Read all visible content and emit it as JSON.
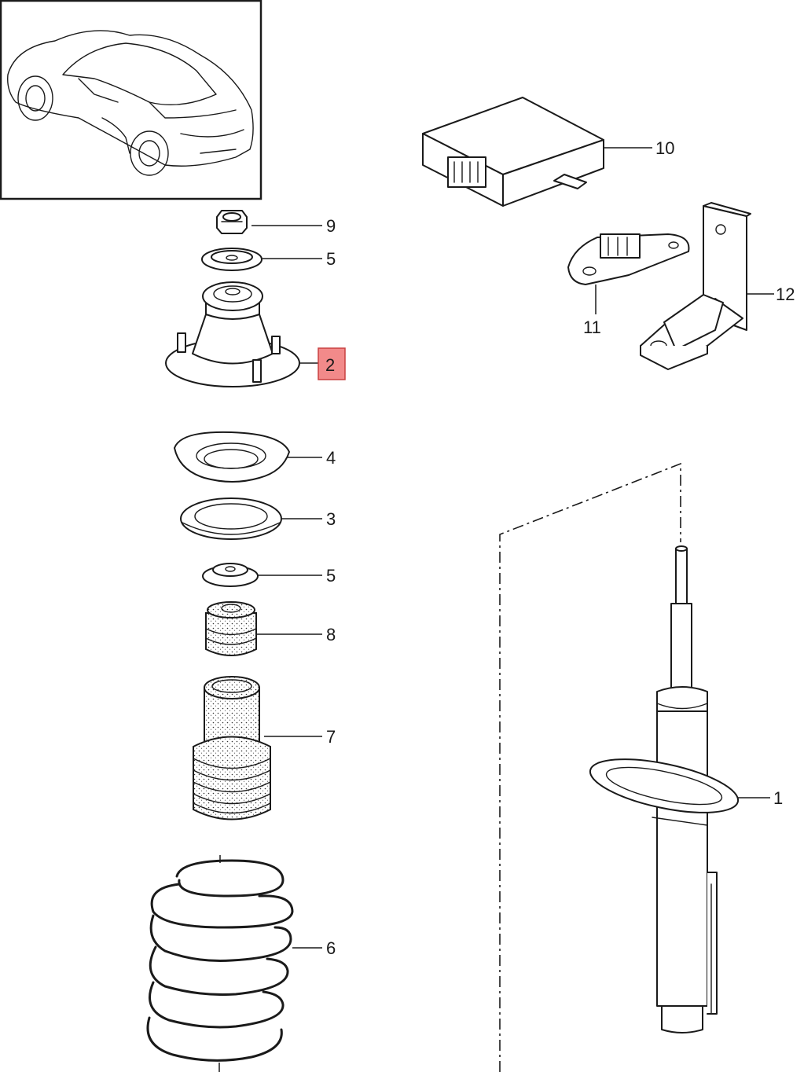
{
  "diagram": {
    "callouts": [
      {
        "id": "9",
        "label": "9"
      },
      {
        "id": "5a",
        "label": "5"
      },
      {
        "id": "2",
        "label": "2",
        "highlighted": true
      },
      {
        "id": "4",
        "label": "4"
      },
      {
        "id": "3",
        "label": "3"
      },
      {
        "id": "5b",
        "label": "5"
      },
      {
        "id": "8",
        "label": "8"
      },
      {
        "id": "7",
        "label": "7"
      },
      {
        "id": "6",
        "label": "6"
      },
      {
        "id": "10",
        "label": "10"
      },
      {
        "id": "11",
        "label": "11"
      },
      {
        "id": "12",
        "label": "12"
      },
      {
        "id": "1",
        "label": "1"
      }
    ],
    "highlight_color": "#f28a8a",
    "line_color": "#1a1a1a"
  }
}
